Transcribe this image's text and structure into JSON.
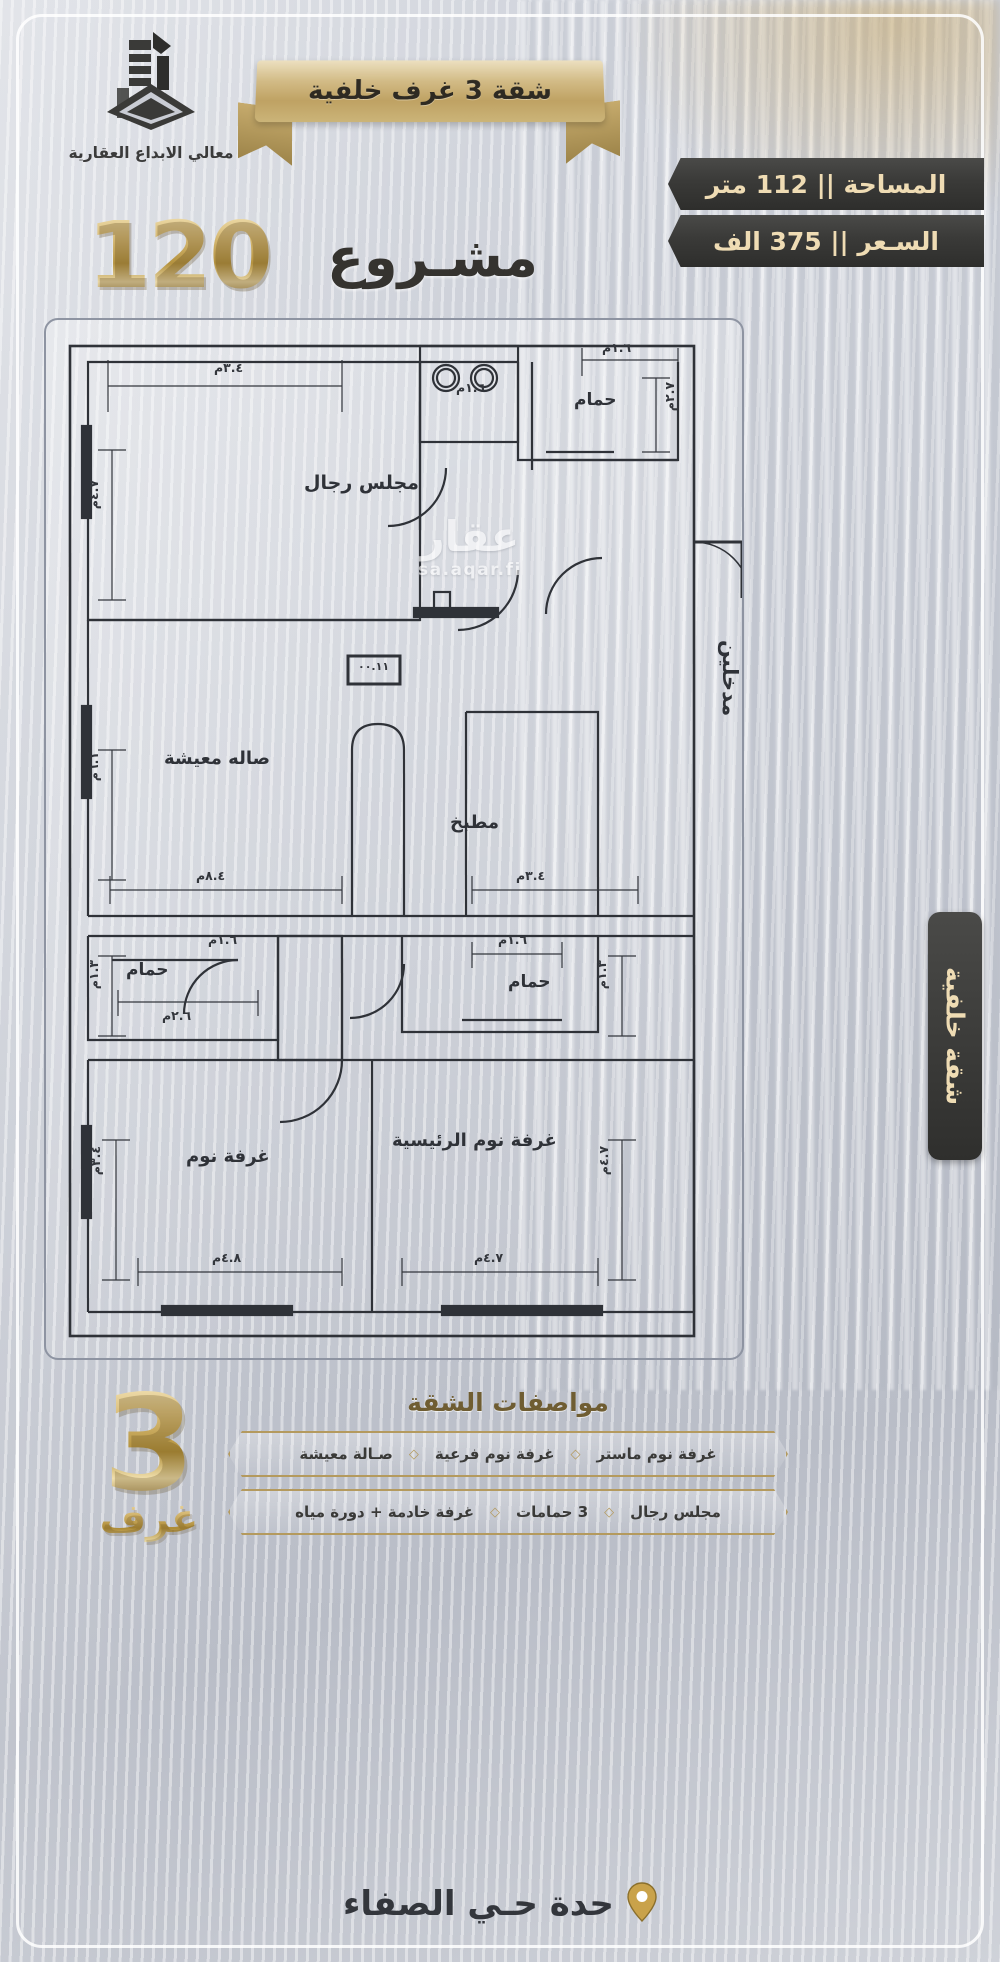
{
  "brand": {
    "name": "معالي الابداع العقارية",
    "logo_icon": "buildings-logo-icon"
  },
  "ribbon": {
    "label": "شقة 3 غرف خلفية"
  },
  "project": {
    "number": "120",
    "word": "مشـروع"
  },
  "badges": [
    {
      "label": "المساحة || 112 متر"
    },
    {
      "label": "السـعر || 375 الف"
    }
  ],
  "watermark": {
    "arabic": "عقار",
    "latin": "sa.aqar.fi"
  },
  "side_labels": {
    "entrance": "مدخلين",
    "rear": "شقة خلفية"
  },
  "plan": {
    "electric_box": "٠٠.١١",
    "rooms": [
      {
        "name": "مجلس رجال"
      },
      {
        "name": "حمام"
      },
      {
        "name": "صاله معيشة"
      },
      {
        "name": "مطبخ"
      },
      {
        "name": "حمام"
      },
      {
        "name": "حمام"
      },
      {
        "name": "غرفة نوم"
      },
      {
        "name": "غرفة نوم الرئيسية"
      }
    ],
    "dims": {
      "majlis_w": "٣.٤م",
      "majlis_h": "٤.٧م",
      "bath_top_w": "١.٦م",
      "bath_top_w2": "١.٦م",
      "bath_top_h": "٢.٧م",
      "living_h": "٦.١م",
      "living_w": "٨.٤م",
      "kitchen_w": "٣.٤م",
      "bath_l_w": "١.٦م",
      "bath_l_h": "١.٣م",
      "bath_l_h2": "٢.٦م",
      "bath_r_w": "١.٦م",
      "bath_r_h": "١.٣م",
      "bed_h": "٣.٤م",
      "bed_w": "٤.٨م",
      "master_w": "٤.٧م",
      "master_h": "٤.٧م"
    }
  },
  "specs": {
    "title": "مواصفات الشقة",
    "rows": [
      [
        "غرفة نوم ماستر",
        "غرفة نوم فرعية",
        "صـالة معيشة"
      ],
      [
        "مجلس رجال",
        "3 حمامات",
        "غرفة خادمة + دورة مياه"
      ]
    ]
  },
  "rooms_count": {
    "number": "3",
    "word": "غرف"
  },
  "location": {
    "pin_icon": "location-pin-icon",
    "text": "حدة حـي الصفاء"
  }
}
